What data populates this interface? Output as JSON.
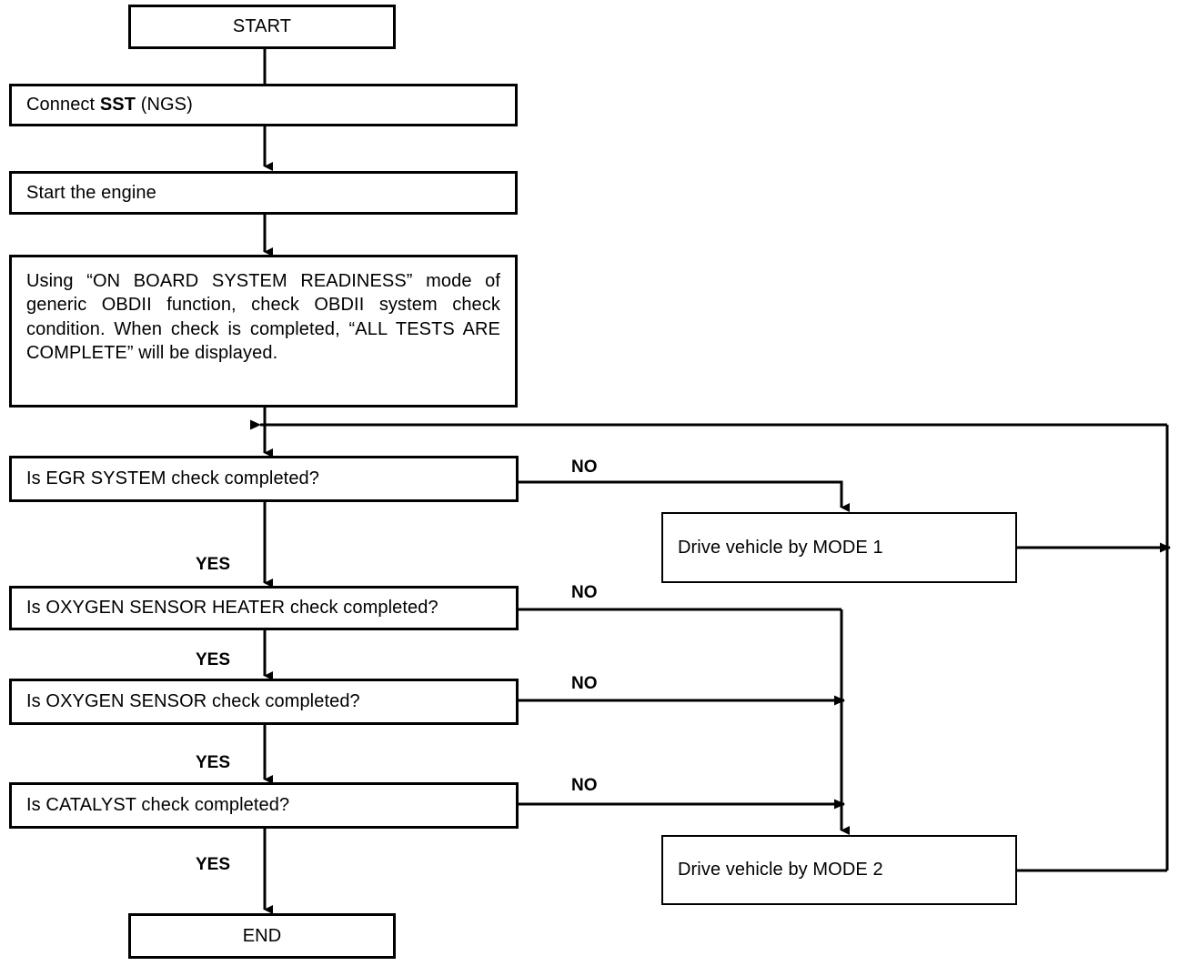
{
  "diagram": {
    "title": "OBDII system readiness check flowchart",
    "colors": {
      "line": "#000000",
      "box_fill": "#ffffff",
      "text": "#000000"
    },
    "nodes": {
      "start": {
        "label": "START",
        "shape": "rect"
      },
      "connect_sst": {
        "label_pre": "Connect ",
        "label_bold": "SST",
        "label_post": " (NGS)",
        "shape": "rect"
      },
      "start_engine": {
        "label": "Start the engine",
        "shape": "rect"
      },
      "readiness": {
        "label": "Using “ON BOARD SYSTEM READINESS” mode of generic OBDII function, check OBDII system check condition. When check is completed, “ALL TESTS ARE COMPLETE” will be displayed.",
        "shape": "rect"
      },
      "q_egr": {
        "label": "Is EGR SYSTEM check completed?",
        "shape": "decision-rect"
      },
      "q_o2_heater": {
        "label": "Is OXYGEN SENSOR HEATER check completed?",
        "shape": "decision-rect"
      },
      "q_o2": {
        "label": "Is OXYGEN SENSOR check completed?",
        "shape": "decision-rect"
      },
      "q_catalyst": {
        "label": "Is CATALYST check completed?",
        "shape": "decision-rect"
      },
      "mode1": {
        "label": "Drive vehicle by MODE 1",
        "shape": "rect"
      },
      "mode2": {
        "label": "Drive vehicle by MODE 2",
        "shape": "rect"
      },
      "end": {
        "label": "END",
        "shape": "rect"
      }
    },
    "edge_labels": {
      "no_egr": "NO",
      "no_o2_heater": "NO",
      "no_o2": "NO",
      "no_catalyst": "NO",
      "yes_egr": "YES",
      "yes_o2_heater": "YES",
      "yes_o2": "YES",
      "yes_catalyst": "YES"
    }
  }
}
